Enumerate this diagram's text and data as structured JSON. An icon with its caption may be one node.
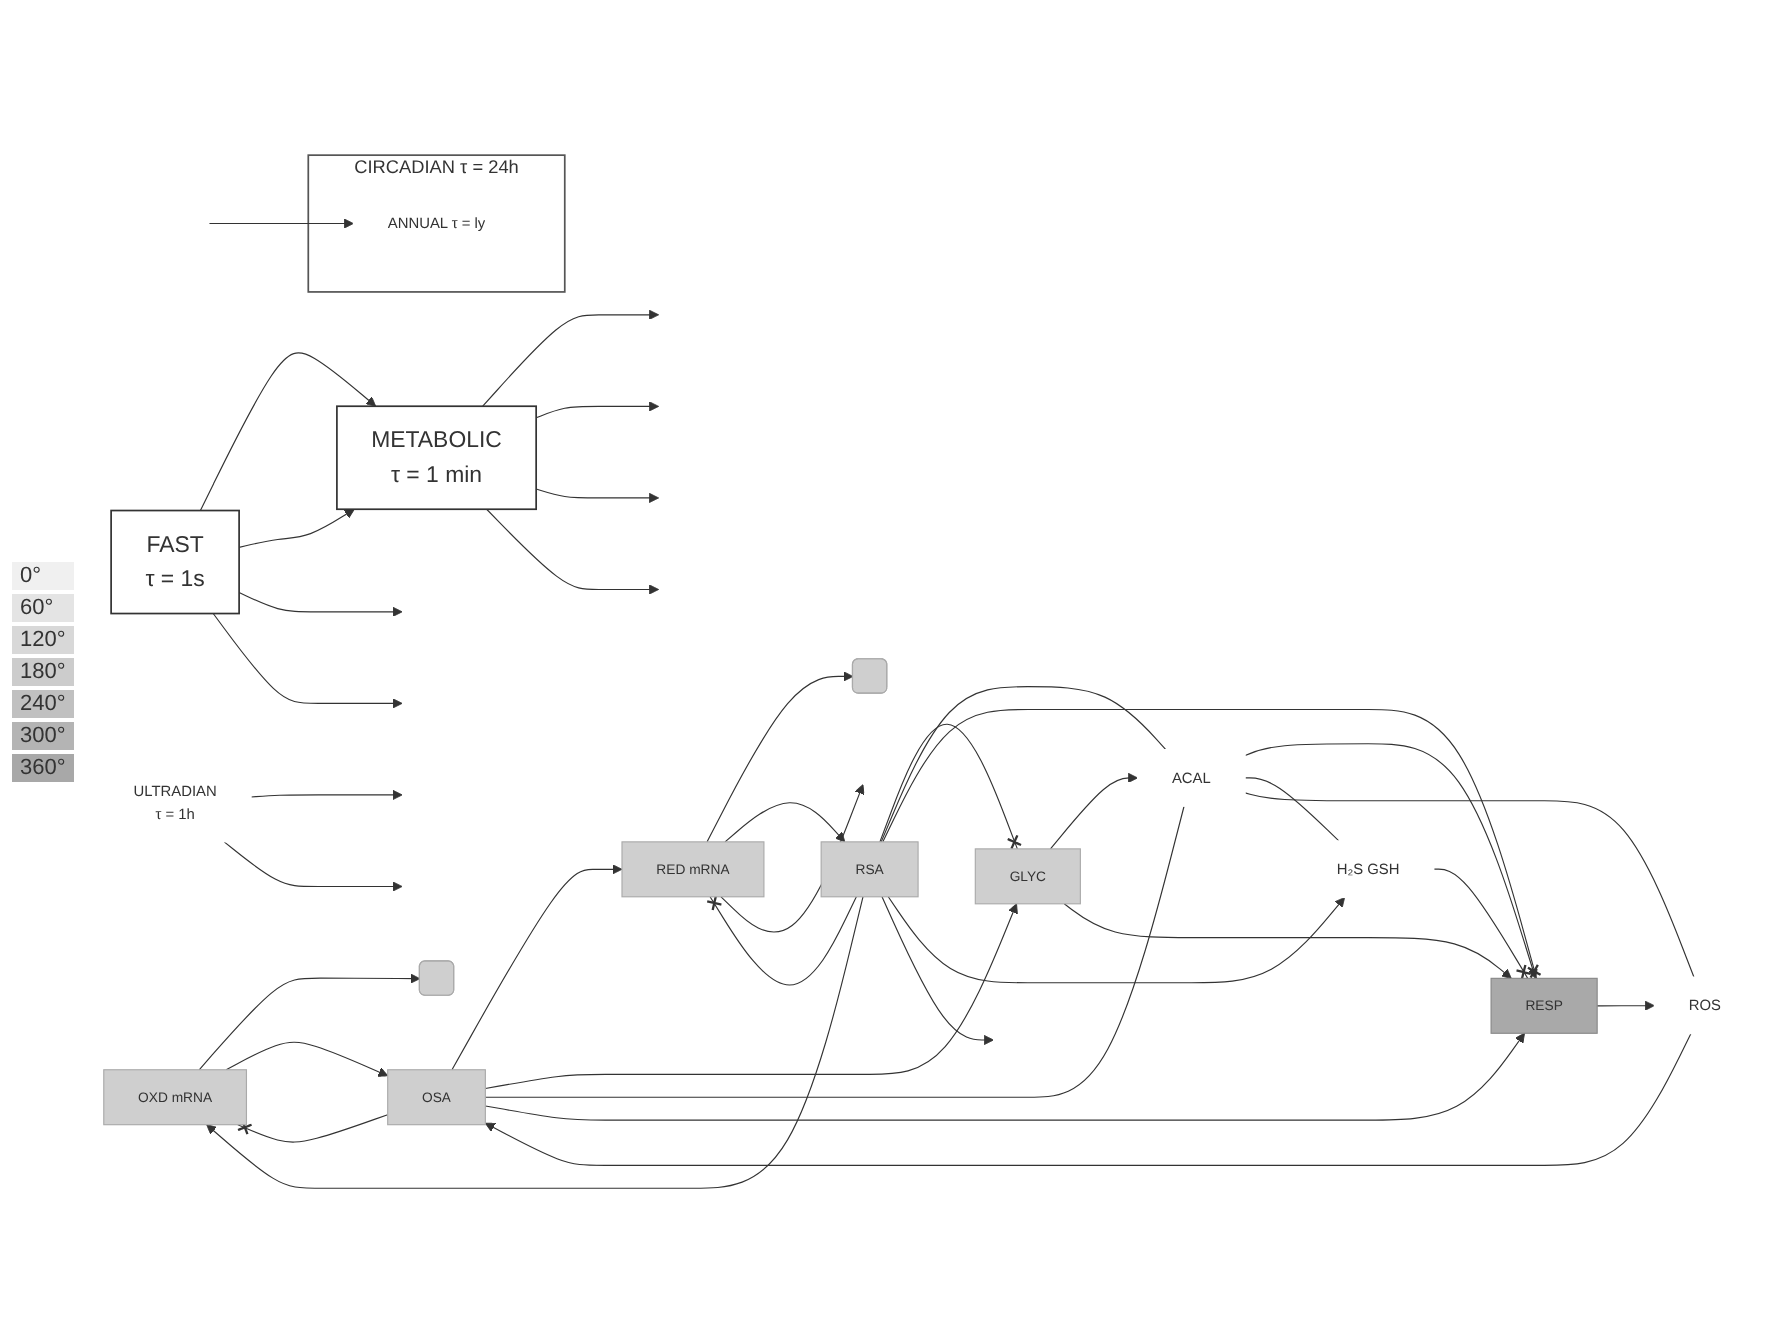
{
  "diagram": {
    "nodes": [
      {
        "text": [
          "FAST",
          "τ = 1s"
        ]
      },
      {
        "text": [
          "METABOLIC",
          "τ = 1 min"
        ]
      },
      {
        "text": [
          "ULTRADIAN",
          "τ = 1h"
        ]
      },
      {
        "text": [],
        "shape": "box"
      },
      {
        "text": [
          "OXD mRNA"
        ]
      },
      {
        "text": [],
        "shape": "box"
      },
      {
        "text": [
          "RED mRNA"
        ]
      },
      {
        "text": [
          "OSA"
        ]
      },
      {
        "text": [
          "GLYC"
        ]
      },
      {
        "text": [
          "RSA"
        ]
      },
      {
        "text": [
          "ACAL"
        ]
      },
      {
        "text": [
          "ROS"
        ]
      },
      {
        "text": [
          "RESP"
        ]
      },
      {
        "text": [
          "H₂S GSH"
        ]
      },
      {
        "text": [
          "CIRCADIAN τ = 24h"
        ]
      },
      {
        "text": [
          "ANNUAL τ = ly"
        ],
        "in": 14
      }
    ],
    "edges": [
      {
        "from": 0,
        "to": 1,
        "arrow": "to"
      },
      {
        "from": 0,
        "to": 1,
        "arrow": "to"
      },
      {
        "from": 0,
        "to": null,
        "arrow": "to"
      },
      {
        "from": 0,
        "to": null,
        "arrow": "to"
      },
      {
        "from": 1,
        "to": null,
        "arrow": "to"
      },
      {
        "from": 1,
        "to": null,
        "arrow": "to"
      },
      {
        "from": 1,
        "to": null,
        "arrow": "to"
      },
      {
        "from": 1,
        "to": null,
        "arrow": "to"
      },
      {
        "from": 4,
        "to": 3,
        "arrow": "to"
      },
      {
        "from": 6,
        "to": 5,
        "arrow": "to"
      },
      {
        "from": 4,
        "to": 7,
        "arrow": "to"
      },
      {
        "from": 7,
        "to": 4,
        "arrow": "other"
      },
      {
        "from": 6,
        "to": 9,
        "arrow": "to"
      },
      {
        "from": 9,
        "to": 6,
        "arrow": "other"
      },
      {
        "from": 7,
        "to": 6,
        "arrow": "to"
      },
      {
        "from": 9,
        "to": 4,
        "arrow": "to"
      },
      {
        "from": 7,
        "to": 8,
        "arrow": "to"
      },
      {
        "from": 9,
        "to": 8,
        "arrow": "other"
      },
      {
        "from": 8,
        "to": 10,
        "arrow": "to"
      },
      {
        "from": 8,
        "to": 12,
        "arrow": "to"
      },
      {
        "from": 10,
        "to": 12,
        "arrow": "to"
      },
      {
        "from": 7,
        "to": 10,
        "arrow": "none"
      },
      {
        "from": 10,
        "to": 13,
        "arrow": "none"
      },
      {
        "from": 9,
        "to": 10,
        "arrow": "none"
      },
      {
        "from": 10,
        "to": 11,
        "arrow": "none"
      },
      {
        "from": 7,
        "to": 12,
        "arrow": "to"
      },
      {
        "from": 9,
        "to": 12,
        "arrow": "other"
      },
      {
        "from": 9,
        "to": 13,
        "arrow": "to"
      },
      {
        "from": 13,
        "to": 12,
        "arrow": "other"
      },
      {
        "from": 12,
        "to": 11,
        "arrow": "to"
      },
      {
        "from": 11,
        "to": 7,
        "arrow": "to"
      },
      {
        "from": 2,
        "to": null,
        "arrow": "to"
      },
      {
        "from": 2,
        "to": null,
        "arrow": "to"
      },
      {
        "from": 6,
        "to": null,
        "arrow": "to"
      },
      {
        "from": 9,
        "to": null,
        "arrow": "to"
      },
      {
        "from": null,
        "to": 15,
        "arrow": "to"
      }
    ],
    "labels": [
      "0°",
      "60°",
      "120°",
      "180°",
      "240°",
      "300°",
      "360°"
    ]
  }
}
